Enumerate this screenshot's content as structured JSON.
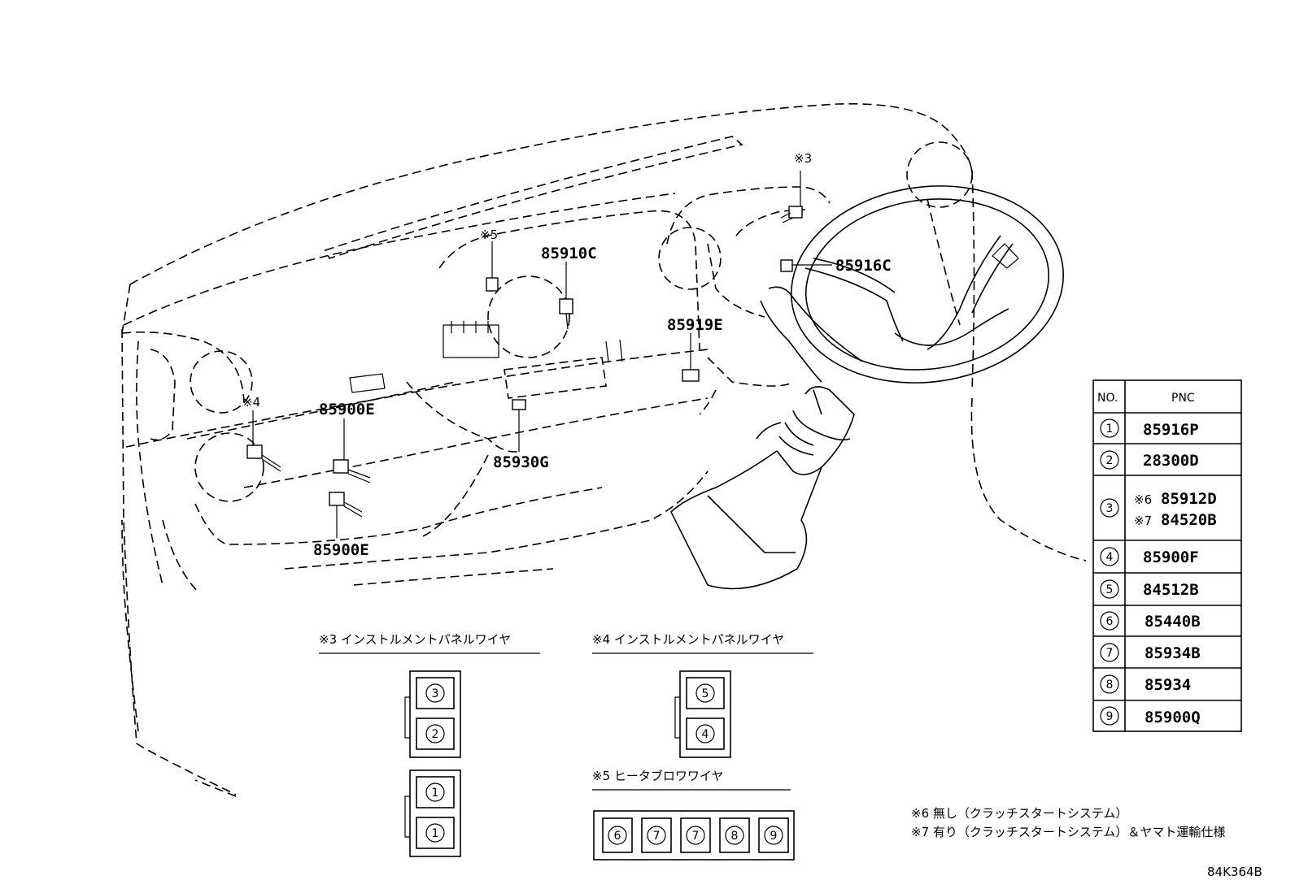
{
  "callouts": {
    "c_85910C": "85910C",
    "c_85916C": "85916C",
    "c_85919E": "85919E",
    "c_85900E_a": "85900E",
    "c_85930G": "85930G",
    "c_85900E_b": "85900E",
    "m3": "※3",
    "m4": "※4",
    "m5": "※5"
  },
  "table": {
    "header_no": "NO.",
    "header_pnc": "PNC",
    "rows": [
      {
        "no": "1",
        "pnc": "85916P"
      },
      {
        "no": "2",
        "pnc": "28300D"
      },
      {
        "no": "3",
        "pnc_a_mark": "※6",
        "pnc_a": "85912D",
        "pnc_b_mark": "※7",
        "pnc_b": "84520B"
      },
      {
        "no": "4",
        "pnc": "85900F"
      },
      {
        "no": "5",
        "pnc": "84512B"
      },
      {
        "no": "6",
        "pnc": "85440B"
      },
      {
        "no": "7",
        "pnc": "85934B"
      },
      {
        "no": "8",
        "pnc": "85934"
      },
      {
        "no": "9",
        "pnc": "85900Q"
      }
    ]
  },
  "groups": {
    "g3_title": "※3 インストルメントパネルワイヤ",
    "g4_title": "※4 インストルメントパネルワイヤ",
    "g5_title": "※5 ヒータブロワワイヤ",
    "g3_block1": [
      "3",
      "2"
    ],
    "g3_block2": [
      "1",
      "1"
    ],
    "g4_block": [
      "5",
      "4"
    ],
    "g5_row": [
      "6",
      "7",
      "7",
      "8",
      "9"
    ]
  },
  "notes": {
    "n6": "※6 無し（クラッチスタートシステム）",
    "n7": "※7 有り（クラッチスタートシステム）＆ヤマト運輸仕様"
  },
  "code": "84K364B"
}
